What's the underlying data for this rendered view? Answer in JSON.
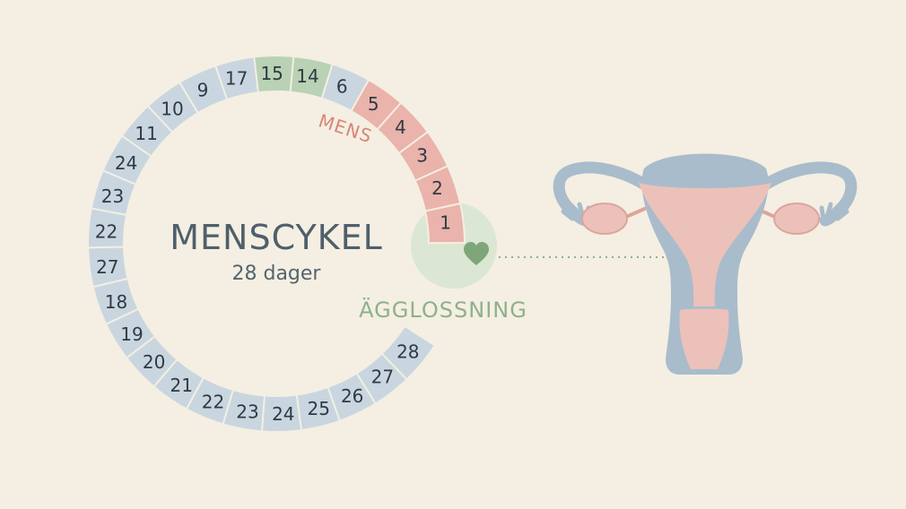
{
  "cycle": {
    "title": "MENSCYKEL",
    "subtitle": "28 dager",
    "segments": [
      {
        "label": "1",
        "phase": "mens"
      },
      {
        "label": "2",
        "phase": "mens"
      },
      {
        "label": "3",
        "phase": "mens"
      },
      {
        "label": "4",
        "phase": "mens"
      },
      {
        "label": "5",
        "phase": "mens"
      },
      {
        "label": "6",
        "phase": "other"
      },
      {
        "label": "14",
        "phase": "ovulation"
      },
      {
        "label": "15",
        "phase": "ovulation"
      },
      {
        "label": "17",
        "phase": "other"
      },
      {
        "label": "9",
        "phase": "other"
      },
      {
        "label": "10",
        "phase": "other"
      },
      {
        "label": "11",
        "phase": "other"
      },
      {
        "label": "24",
        "phase": "other"
      },
      {
        "label": "23",
        "phase": "other"
      },
      {
        "label": "22",
        "phase": "other"
      },
      {
        "label": "27",
        "phase": "other"
      },
      {
        "label": "18",
        "phase": "other"
      },
      {
        "label": "19",
        "phase": "other"
      },
      {
        "label": "20",
        "phase": "other"
      },
      {
        "label": "21",
        "phase": "other"
      },
      {
        "label": "22",
        "phase": "other"
      },
      {
        "label": "23",
        "phase": "other"
      },
      {
        "label": "24",
        "phase": "other"
      },
      {
        "label": "25",
        "phase": "other"
      },
      {
        "label": "26",
        "phase": "other"
      },
      {
        "label": "27",
        "phase": "other"
      },
      {
        "label": "28",
        "phase": "other"
      }
    ]
  },
  "labels": {
    "mens": "MENS",
    "ovulation": "ÄGGLOSSNING"
  },
  "colors": {
    "background": "#f4efe2",
    "mens": "#eab3ab",
    "other": "#c9d6e0",
    "ovulation": "#b9d1b4",
    "ovulation_glow": "#d3e4cc",
    "heart": "#7fa679",
    "uterus_outer": "#a9bccb",
    "uterus_inner": "#ecc1ba"
  },
  "icons": {
    "heart": "heart-icon",
    "uterus": "uterus-illustration"
  }
}
